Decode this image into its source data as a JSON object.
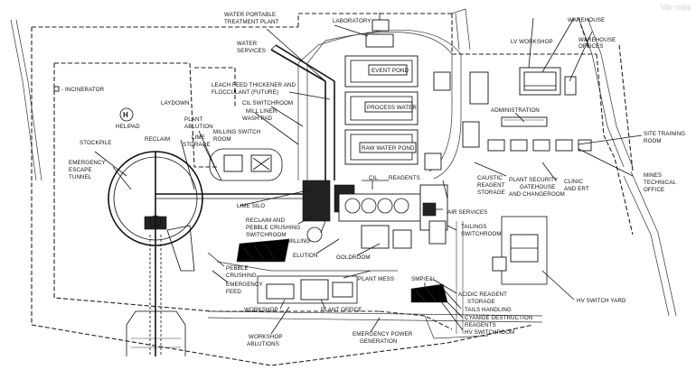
{
  "watermark": "Ver más",
  "labels": {
    "water_potable": "WATER PORTABLE",
    "treatment_plant": "TREATMENT PLANT",
    "laboratory": "LABORATORY",
    "lv_workshop": "LV WORKSHOP",
    "warehouse": "WAREHOUSE",
    "warehouse_offices_1": "WAREHOUSE",
    "warehouse_offices_2": "OFFICES",
    "water_services_1": "WATER",
    "water_services_2": "SERVICES",
    "event_pond": "EVENT POND",
    "incinerator": "- INCINERATOR",
    "leach_feed_1": "LEACH FEED THICKENER AND",
    "leach_feed_2": "FLOCCULANT (FUTURE)",
    "laydown": "LAYDOWN",
    "helipad": "HELIPAD",
    "cil_switchroom": "CIL SWITCHROOM",
    "process_water": "PROCESS WATER",
    "mill_liner_1": "MILL LINER",
    "mill_liner_2": "WASH PAD",
    "administration": "ADMINISTRATION",
    "plant_ablution_1": "PLANT",
    "plant_ablution_2": "ABLUTION",
    "milling_switch_1": "MILLING SWITCH",
    "milling_switch_2": "ROOM",
    "site_training_1": "SITE TRAINING",
    "site_training_2": "ROOM",
    "stockpile": "STOCKPILE",
    "reclaim": "RECLAIM",
    "lime_storage_1": "LIME",
    "lime_storage_2": "STORAGE",
    "raw_water_pond": "RAW WATER POND",
    "emergency_escape_1": "EMERGENCY",
    "emergency_escape_2": "ESCAPE",
    "emergency_escape_3": "TUNNEL",
    "cil": "CIL",
    "reagents": "REAGENTS",
    "caustic_1": "CAUSTIC",
    "caustic_2": "REAGENT",
    "caustic_3": "STORAGE",
    "plant_security_1": "PLANT SECURITY",
    "plant_security_2": "GATEHOUSE",
    "plant_security_3": "AND CHANGEROOM",
    "clinic_1": "CLINIC",
    "clinic_2": "AND ERT",
    "mines_tech_1": "MINES",
    "mines_tech_2": "TECHNICAL",
    "mines_tech_3": "OFFICE",
    "lime_silo": "LIME SILO",
    "air_services": "AIR SERVICES",
    "reclaim_pebble_1": "RECLAIM AND",
    "reclaim_pebble_2": "PEBBLE CRUSHING",
    "reclaim_pebble_3": "SWITCHROOM",
    "tailings_1": "TAILINGS",
    "tailings_2": "SWITCHROOM",
    "milling": "MILLING",
    "elution": "ELUTION",
    "goldroom": "GOLDROOM",
    "pebble_crushing_1": "PEBBLE",
    "pebble_crushing_2": "CRUSHING",
    "emergency_feed_1": "EMERGENCY",
    "emergency_feed_2": "FEED",
    "plant_mess": "PLANT MESS",
    "smp": "SMP/E&I",
    "workshop": "WORKSHOP",
    "plant_office": "PLANT OFFICE",
    "acidic_1": "ACIDIC REAGENT",
    "acidic_2": "STORAGE",
    "tails_handling": "TAILS HANDLING",
    "cyanide_1": "CYANIDE DESTRUCTION",
    "cyanide_2": "REAGENTS",
    "hv_switchroom": "HV SWITCHROOM",
    "hv_switch_yard": "HV SWITCH YARD",
    "workshop_ablutions_1": "WORKSHOP",
    "workshop_ablutions_2": "ABLUTIONS",
    "emergency_power_1": "EMERGENCY POWER",
    "emergency_power_2": "GENERATION"
  }
}
